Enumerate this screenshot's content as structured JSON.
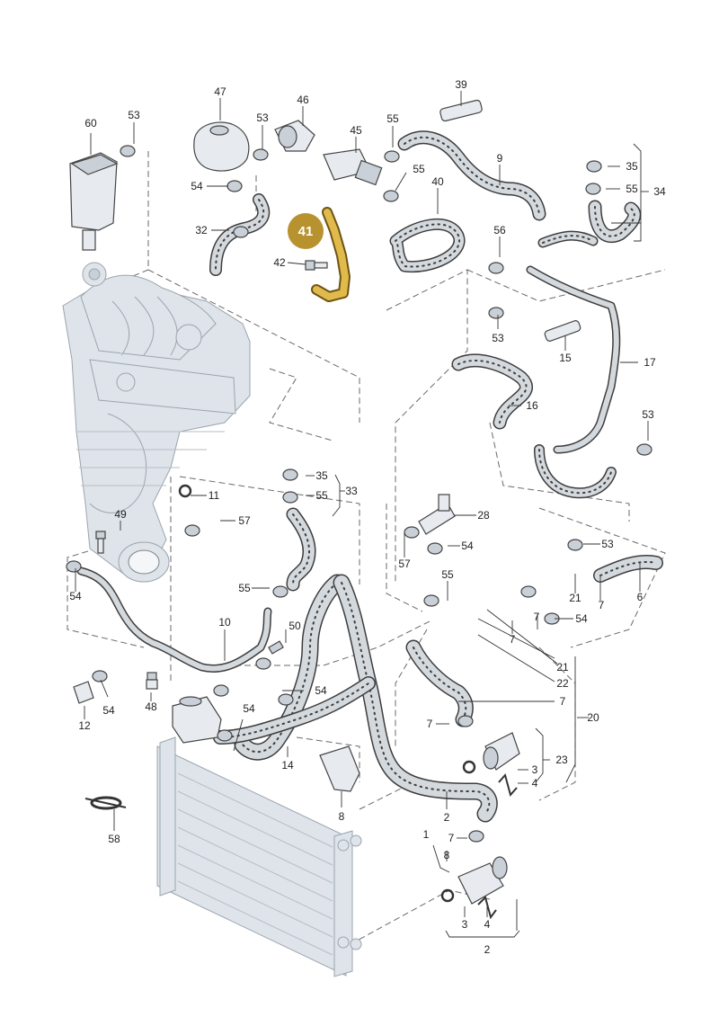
{
  "highlighted_part": {
    "number": "41",
    "color": "#b8922f"
  },
  "colors": {
    "hose_fill": "#d4d9de",
    "hose_outline": "#3d3d3d",
    "highlight": "#d9b13a"
  },
  "labels": [
    {
      "id": "l60",
      "text": "60"
    },
    {
      "id": "l53a",
      "text": "53"
    },
    {
      "id": "l47",
      "text": "47"
    },
    {
      "id": "l53b",
      "text": "53"
    },
    {
      "id": "l46",
      "text": "46"
    },
    {
      "id": "l45",
      "text": "45"
    },
    {
      "id": "l55a",
      "text": "55"
    },
    {
      "id": "l39",
      "text": "39"
    },
    {
      "id": "l9",
      "text": "9"
    },
    {
      "id": "l55b",
      "text": "55"
    },
    {
      "id": "l40",
      "text": "40"
    },
    {
      "id": "l54a",
      "text": "54"
    },
    {
      "id": "l32",
      "text": "32"
    },
    {
      "id": "l42",
      "text": "42"
    },
    {
      "id": "l35a",
      "text": "35"
    },
    {
      "id": "l55c",
      "text": "55"
    },
    {
      "id": "l34",
      "text": "34"
    },
    {
      "id": "l56",
      "text": "56"
    },
    {
      "id": "l53c",
      "text": "53"
    },
    {
      "id": "l15",
      "text": "15"
    },
    {
      "id": "l17",
      "text": "17"
    },
    {
      "id": "l16",
      "text": "16"
    },
    {
      "id": "l53d",
      "text": "53"
    },
    {
      "id": "l35b",
      "text": "35"
    },
    {
      "id": "l33",
      "text": "33"
    },
    {
      "id": "l55d",
      "text": "55"
    },
    {
      "id": "l11",
      "text": "11"
    },
    {
      "id": "l28",
      "text": "28"
    },
    {
      "id": "l49",
      "text": "49"
    },
    {
      "id": "l57a",
      "text": "57"
    },
    {
      "id": "l54b",
      "text": "54"
    },
    {
      "id": "l53e",
      "text": "53"
    },
    {
      "id": "l57b",
      "text": "57"
    },
    {
      "id": "l54c",
      "text": "54"
    },
    {
      "id": "l55e",
      "text": "55"
    },
    {
      "id": "l21a",
      "text": "21"
    },
    {
      "id": "l7a",
      "text": "7"
    },
    {
      "id": "l6",
      "text": "6"
    },
    {
      "id": "l54d",
      "text": "54"
    },
    {
      "id": "l55f",
      "text": "55"
    },
    {
      "id": "l7b",
      "text": "7"
    },
    {
      "id": "l50",
      "text": "50"
    },
    {
      "id": "l10",
      "text": "10"
    },
    {
      "id": "l7c",
      "text": "7"
    },
    {
      "id": "l21b",
      "text": "21"
    },
    {
      "id": "l22",
      "text": "22"
    },
    {
      "id": "l54e",
      "text": "54"
    },
    {
      "id": "l7d",
      "text": "7"
    },
    {
      "id": "l48",
      "text": "48"
    },
    {
      "id": "l54f",
      "text": "54"
    },
    {
      "id": "l12",
      "text": "12"
    },
    {
      "id": "l20",
      "text": "20"
    },
    {
      "id": "l54g",
      "text": "54"
    },
    {
      "id": "l7e",
      "text": "7"
    },
    {
      "id": "l23",
      "text": "23"
    },
    {
      "id": "l14",
      "text": "14"
    },
    {
      "id": "l3a",
      "text": "3"
    },
    {
      "id": "l4a",
      "text": "4"
    },
    {
      "id": "l8a",
      "text": "8"
    },
    {
      "id": "l58",
      "text": "58"
    },
    {
      "id": "l2a",
      "text": "2"
    },
    {
      "id": "l7f",
      "text": "7"
    },
    {
      "id": "l1",
      "text": "1"
    },
    {
      "id": "l8b",
      "text": "8"
    },
    {
      "id": "l3b",
      "text": "3"
    },
    {
      "id": "l4b",
      "text": "4"
    },
    {
      "id": "l2b",
      "text": "2"
    }
  ]
}
